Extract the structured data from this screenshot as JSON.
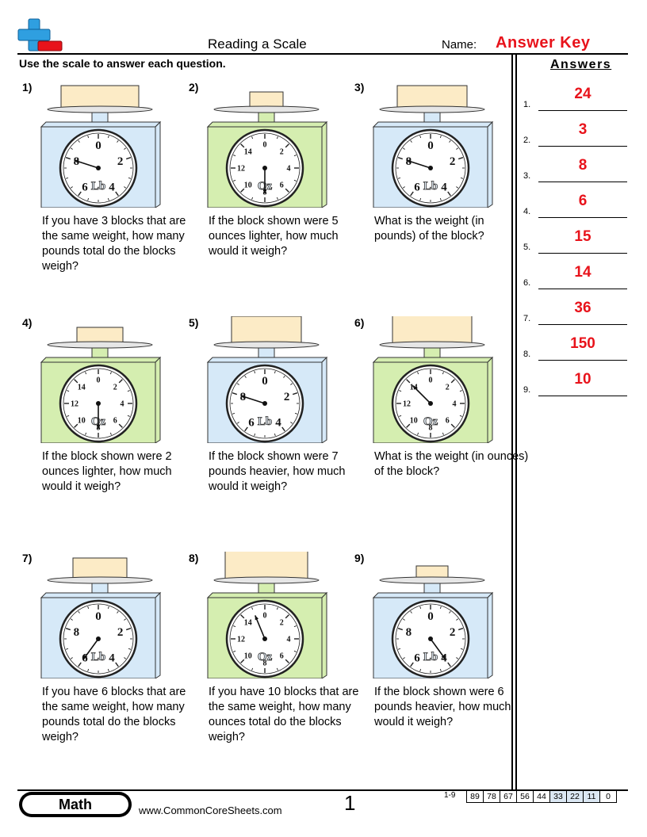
{
  "header": {
    "title": "Reading a Scale",
    "name_label": "Name:",
    "answer_key": "Answer Key",
    "instructions": "Use the scale to answer each question.",
    "answers_heading": "Answers"
  },
  "colors": {
    "answer_red": "#e8131b",
    "scale_blue": "#d6e9f8",
    "scale_green": "#d5eeb0",
    "block": "#fcebc6",
    "logo_blue": "#2f9fe0",
    "logo_red": "#e8131b"
  },
  "scale_labels": {
    "lb_ticks": [
      "0",
      "2",
      "4",
      "6",
      "8"
    ],
    "oz_ticks": [
      "0",
      "2",
      "4",
      "6",
      "8",
      "10",
      "12",
      "14"
    ],
    "lb_unit": "Lb",
    "oz_unit": "Oz"
  },
  "questions": [
    {
      "num": "1)",
      "unit": "lb",
      "text": "If you have 3 blocks that are the same weight, how many pounds total do the blocks weigh?",
      "reading": 8
    },
    {
      "num": "2)",
      "unit": "oz",
      "text": "If the block shown were 5 ounces lighter, how much would it weigh?",
      "reading": 8
    },
    {
      "num": "3)",
      "unit": "lb",
      "text": "What is the weight (in pounds) of the block?",
      "reading": 8
    },
    {
      "num": "4)",
      "unit": "oz",
      "text": "If the block shown were 2 ounces lighter, how much would it weigh?",
      "reading": 8
    },
    {
      "num": "5)",
      "unit": "lb",
      "text": "If the block shown were 7 pounds heavier, how much would it weigh?",
      "reading": 8
    },
    {
      "num": "6)",
      "unit": "oz",
      "text": "What is the weight (in ounces) of the block?",
      "reading": 14
    },
    {
      "num": "7)",
      "unit": "lb",
      "text": "If you have 6 blocks that are the same weight, how many pounds total do the blocks weigh?",
      "reading": 6
    },
    {
      "num": "8)",
      "unit": "oz",
      "text": "If you have 10 blocks that are the same weight, how many ounces total do the blocks weigh?",
      "reading": 15
    },
    {
      "num": "9)",
      "unit": "lb",
      "text": "If the block shown were 6 pounds heavier, how much would it weigh?",
      "reading": 4
    }
  ],
  "answers": [
    {
      "num": "1.",
      "value": "24"
    },
    {
      "num": "2.",
      "value": "3"
    },
    {
      "num": "3.",
      "value": "8"
    },
    {
      "num": "4.",
      "value": "6"
    },
    {
      "num": "5.",
      "value": "15"
    },
    {
      "num": "6.",
      "value": "14"
    },
    {
      "num": "7.",
      "value": "36"
    },
    {
      "num": "8.",
      "value": "150"
    },
    {
      "num": "9.",
      "value": "10"
    }
  ],
  "footer": {
    "badge": "Math",
    "site": "www.CommonCoreSheets.com",
    "page": "1",
    "score_label": "1-9",
    "scores": [
      "89",
      "78",
      "67",
      "56",
      "44",
      "33",
      "22",
      "11",
      "0"
    ]
  }
}
